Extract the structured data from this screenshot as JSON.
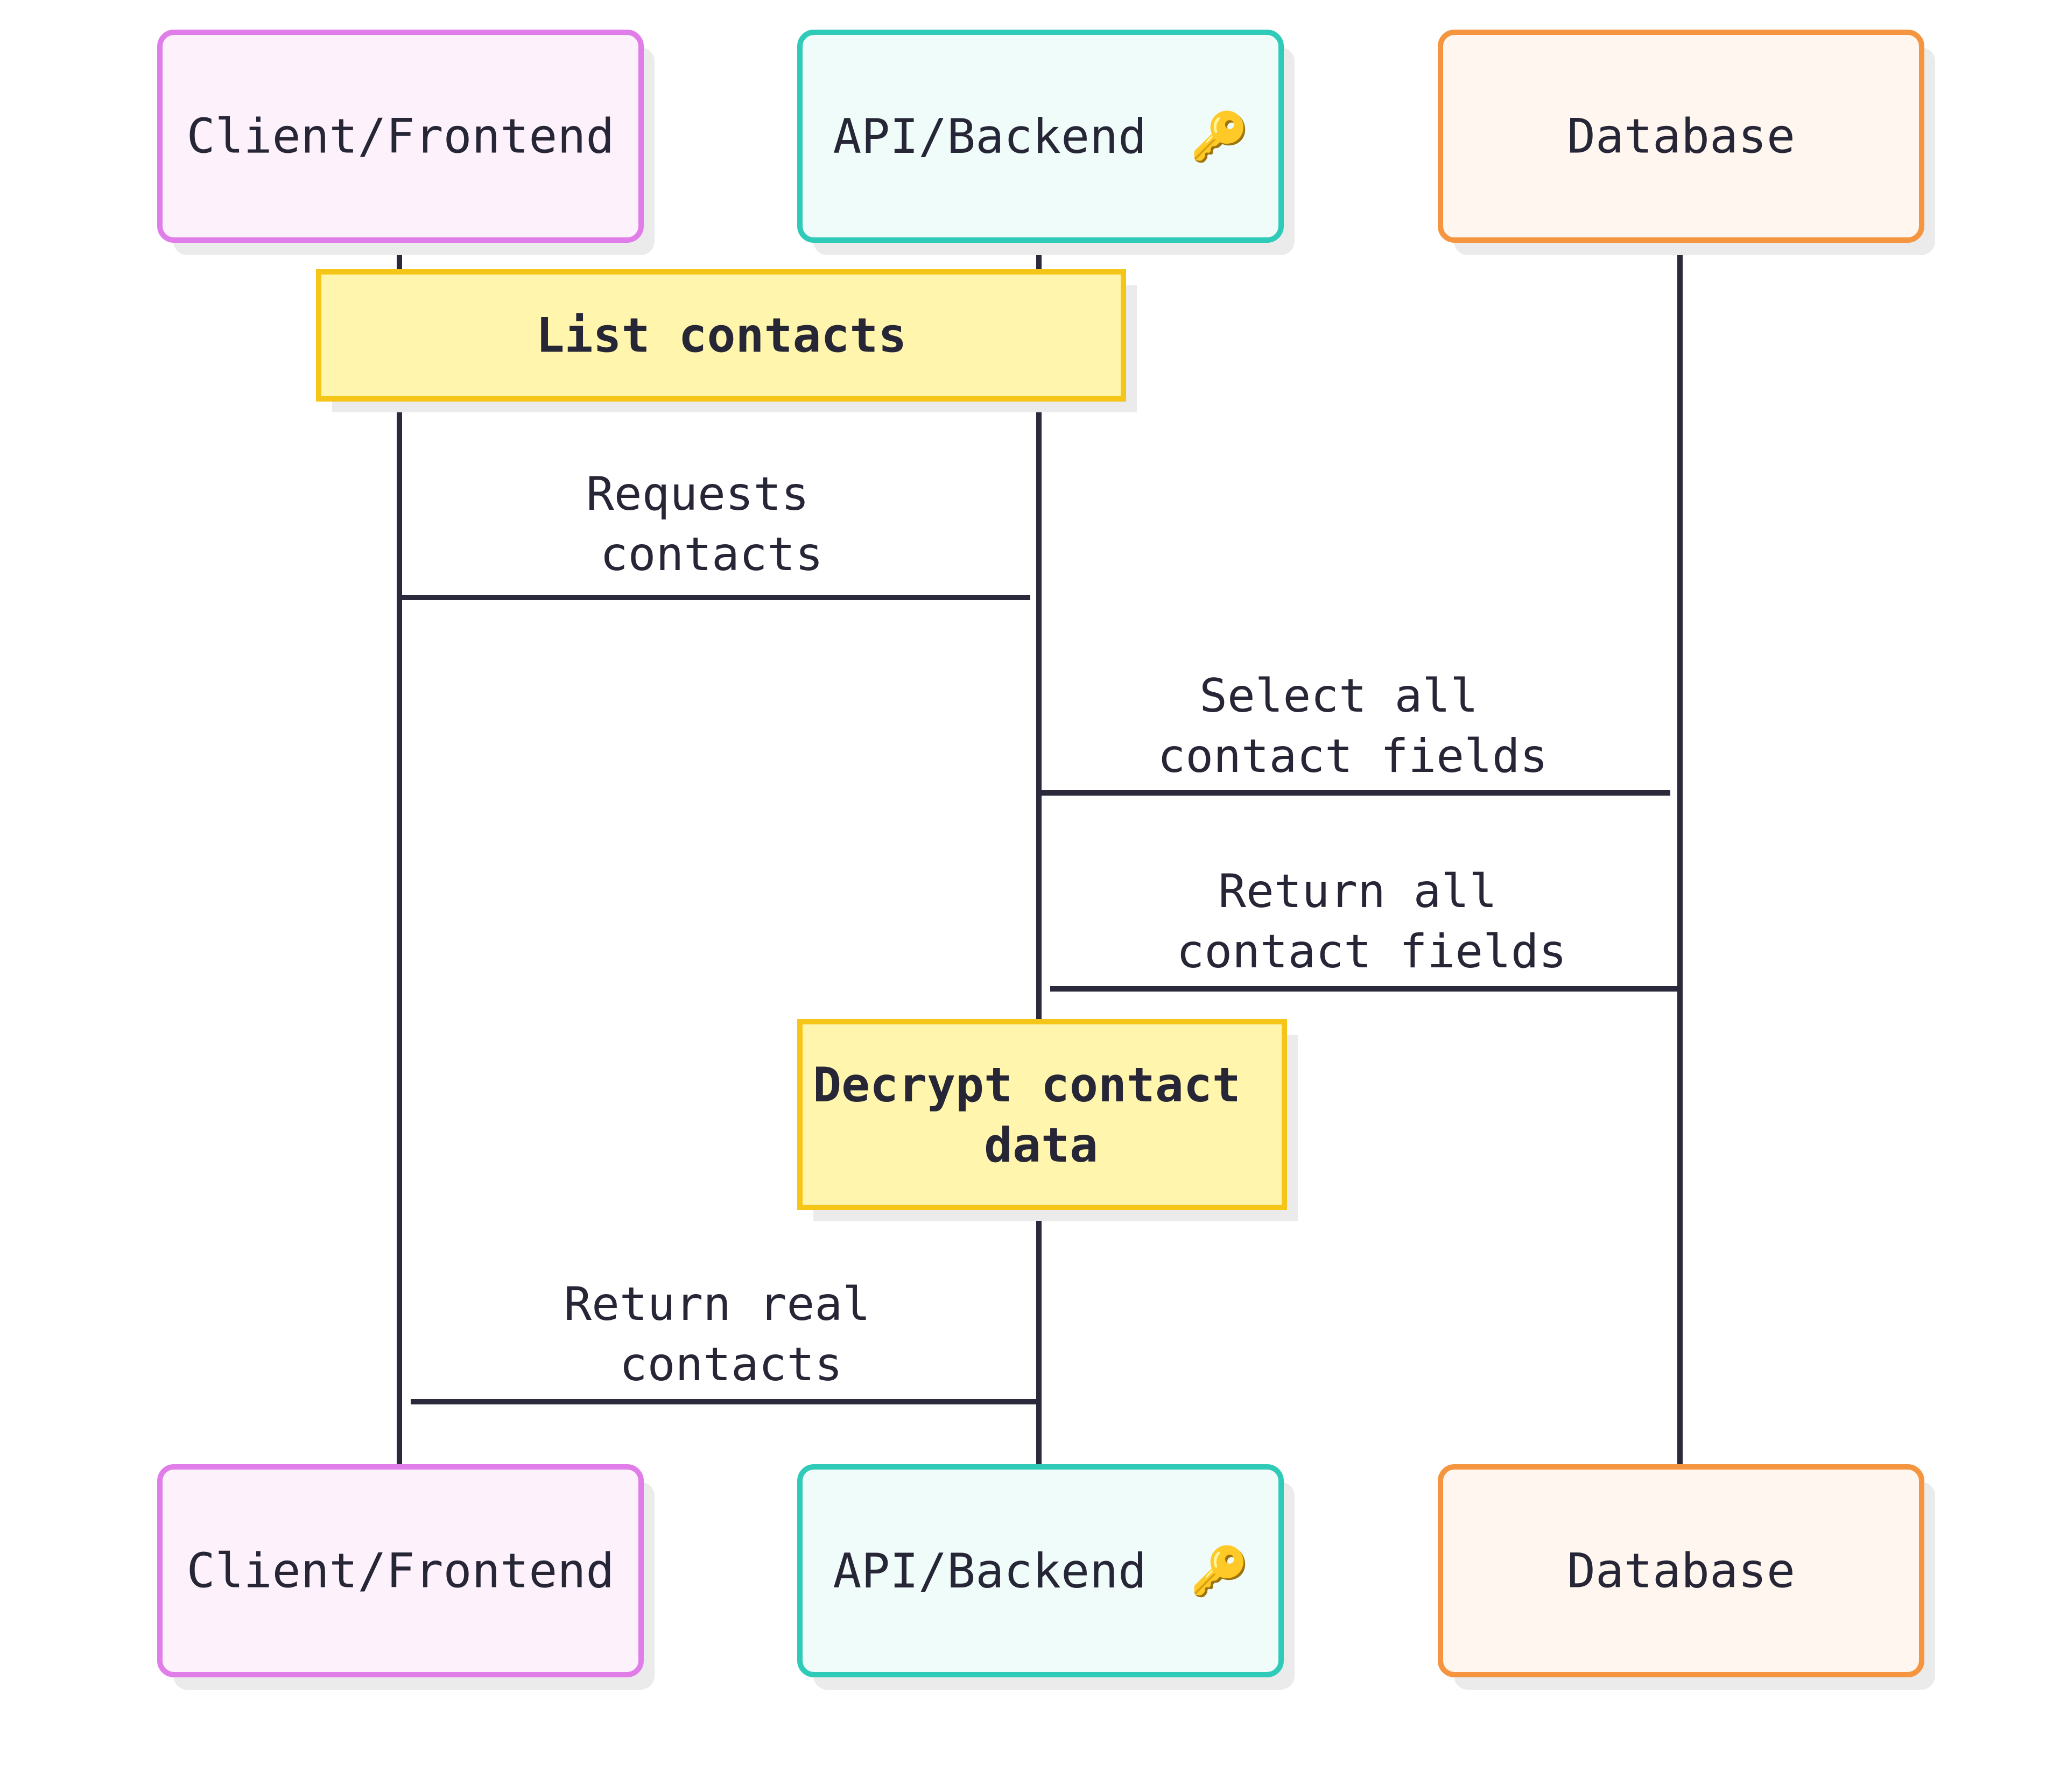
{
  "colors": {
    "line": "#2a2a3c",
    "text": "#262637",
    "shadow": "#ebebeb",
    "note_fill": "#fff5ad",
    "note_stroke": "#f5c518"
  },
  "participants": [
    {
      "id": "client",
      "label": "Client/Frontend",
      "icon": null,
      "stroke": "#e07de8",
      "fill": "#fdf2fc"
    },
    {
      "id": "api",
      "label": "API/Backend",
      "icon": "🔑",
      "icon_name": "key-icon",
      "stroke": "#30cbb8",
      "fill": "#effcf9"
    },
    {
      "id": "db",
      "label": "Database",
      "icon": null,
      "stroke": "#f5953f",
      "fill": "#fff7ef"
    }
  ],
  "notes": [
    {
      "id": "list-contacts",
      "lines": [
        "List contacts"
      ]
    },
    {
      "id": "decrypt-contact-data",
      "lines": [
        "Decrypt contact",
        "data"
      ]
    }
  ],
  "messages": [
    {
      "id": "requests-contacts",
      "from": "client",
      "to": "api",
      "lines": [
        "Requests",
        "contacts"
      ]
    },
    {
      "id": "select-all-contact-fields",
      "from": "api",
      "to": "db",
      "lines": [
        "Select all",
        "contact fields"
      ]
    },
    {
      "id": "return-all-contact-fields",
      "from": "db",
      "to": "api",
      "lines": [
        "Return all",
        "contact fields"
      ]
    },
    {
      "id": "return-real-contacts",
      "from": "api",
      "to": "client",
      "lines": [
        "Return real",
        "contacts"
      ]
    }
  ]
}
